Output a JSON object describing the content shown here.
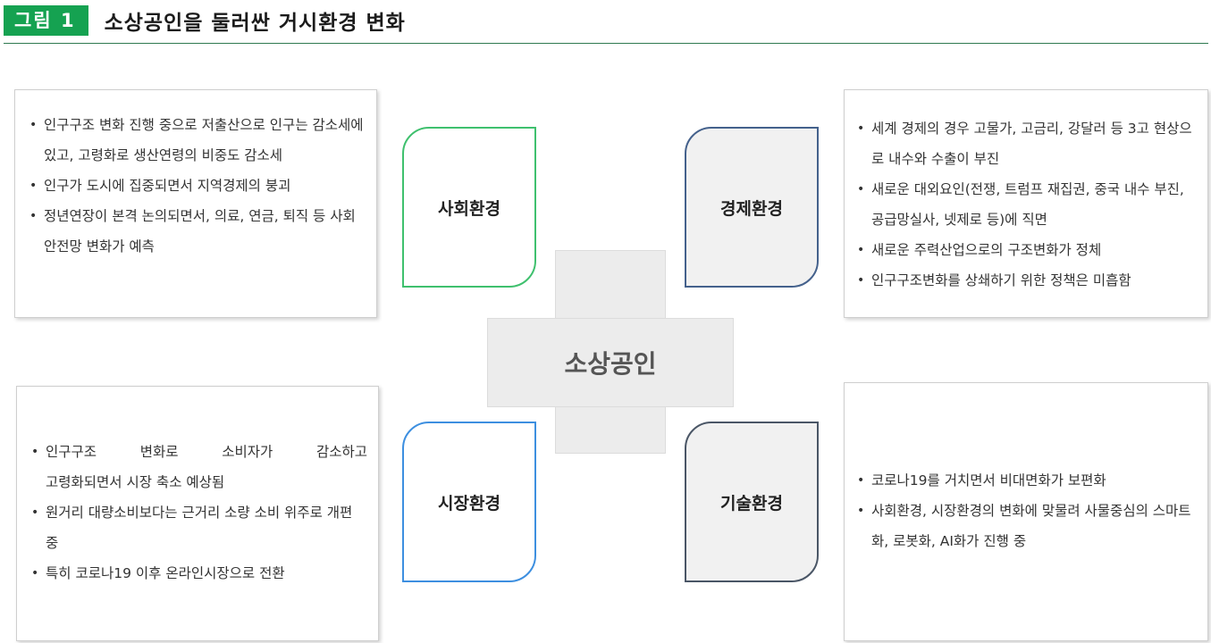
{
  "figure": {
    "badge": "그림 1",
    "title": "소상공인을 둘러싼 거시환경 변화"
  },
  "center": {
    "label": "소상공인"
  },
  "environments": {
    "social": "사회환경",
    "economic": "경제환경",
    "market": "시장환경",
    "tech": "기술환경"
  },
  "panels": {
    "social": [
      "인구구조 변화 진행 중으로 저출산으로 인구는 감소세에 있고, 고령화로 생산연령의 비중도 감소세",
      "인구가 도시에 집중되면서 지역경제의 붕괴",
      "정년연장이 본격 논의되면서, 의료, 연금, 퇴직 등 사회안전망 변화가 예측"
    ],
    "economic": [
      "세계 경제의 경우 고물가, 고금리, 강달러 등 3고 현상으로 내수와 수출이 부진",
      "새로운 대외요인(전쟁, 트럼프 재집권, 중국 내수 부진, 공급망실사, 넷제로 등)에 직면",
      "새로운 주력산업으로의 구조변화가 정체",
      "인구구조변화를 상쇄하기 위한 정책은 미흡함"
    ],
    "market": [
      "인구구조 변화로 소비자가 감소하고",
      "고령화되면서 시장 축소 예상됨",
      "원거리 대량소비보다는 근거리 소량 소비 위주로 개편 중",
      "특히 코로나19 이후 온라인시장으로 전환"
    ],
    "tech": [
      "코로나19를 거치면서 비대면화가 보편화",
      "사회환경, 시장환경의 변화에 맞물려 사물중심의 스마트화, 로봇화, AI화가 진행 중"
    ]
  }
}
